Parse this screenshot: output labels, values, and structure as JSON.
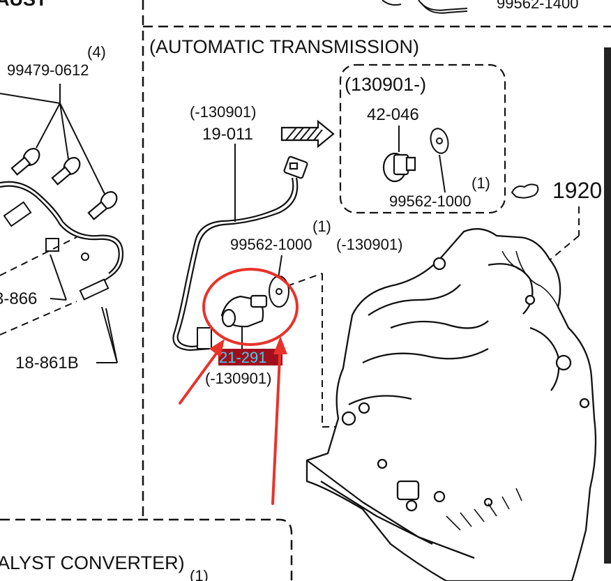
{
  "headers": {
    "top_left_fragment": "AUST",
    "top_right_part": "99562-1400",
    "automatic": "(AUTOMATIC TRANSMISSION)",
    "catalyst": "ALYST CONVERTER)",
    "catalyst_qty": "(1)"
  },
  "left_parts": {
    "qty_4": "(4)",
    "part_99479": "99479-0612",
    "part_866": "3-866",
    "part_861b": "18-861B"
  },
  "center_parts": {
    "sensor_range": "(-130901)",
    "sensor_part": "19-011",
    "washer_qty": "(1)",
    "washer_part": "99562-1000",
    "washer_range": "(-130901)",
    "switch_part": "21-291",
    "switch_range": "(-130901)"
  },
  "inset": {
    "range": "(130901-)",
    "bolt_part": "42-046",
    "washer_qty": "(1)",
    "washer_part": "99562-1000"
  },
  "right_parts": {
    "transmission_ref": "1920"
  },
  "colors": {
    "annotation": "#e8332a",
    "highlight_bg": "#a10f1e",
    "highlight_text": "#3fd0ea",
    "line": "#111111"
  }
}
